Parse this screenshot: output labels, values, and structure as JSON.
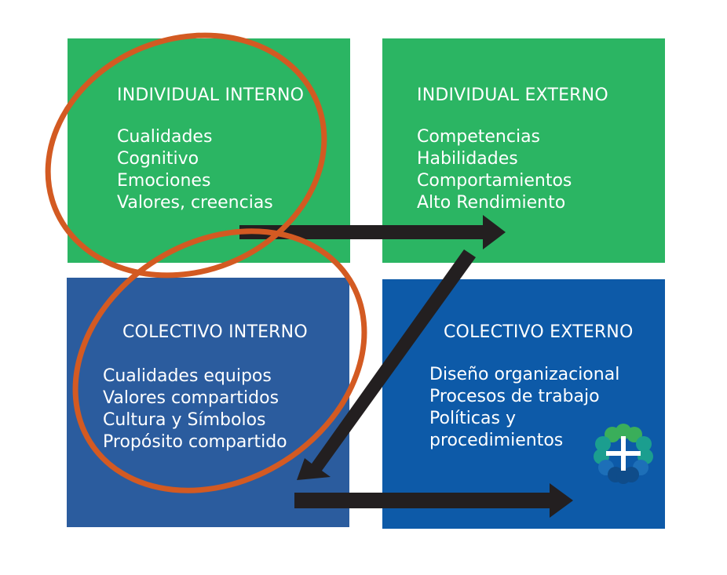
{
  "colors": {
    "individual": "#2bb563",
    "colectivo_interno": "#2b5c9e",
    "colectivo_externo": "#0d5aa8",
    "text": "#ffffff",
    "ellipse": "#d35a22",
    "arrow": "#231f20"
  },
  "quadrants": {
    "individual_interno": {
      "title": "INDIVIDUAL INTERNO",
      "items": [
        "Cualidades",
        "Cognitivo",
        "Emociones",
        "Valores, creencias"
      ]
    },
    "individual_externo": {
      "title": "INDIVIDUAL EXTERNO",
      "items": [
        "Competencias",
        "Habilidades",
        "Comportamientos",
        "Alto Rendimiento"
      ]
    },
    "colectivo_interno": {
      "title": "COLECTIVO INTERNO",
      "items": [
        "Cualidades equipos",
        "Valores compartidos",
        "Cultura y Símbolos",
        "Propósito compartido"
      ]
    },
    "colectivo_externo": {
      "title": "COLECTIVO EXTERNO",
      "items": [
        "Diseño organizacional",
        "Procesos de trabajo",
        "Políticas y",
        "procedimientos"
      ]
    }
  },
  "logo": {
    "icon": "tree-logo-icon",
    "colors": [
      "#3aae5a",
      "#1b9e8f",
      "#1d6fb8",
      "#0f4c8a"
    ]
  }
}
